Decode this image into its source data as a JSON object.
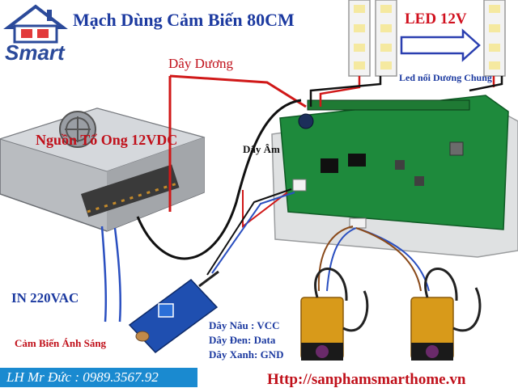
{
  "brand": {
    "name": "Smart"
  },
  "diagram": {
    "title": "Mạch Dùng Cảm Biến 80CM",
    "led_title": "LED 12V",
    "wire_positive": "Dây Dương",
    "led_common_note": "Led nối Dương Chung",
    "power_supply": "Nguồn Tổ Ong 12VDC",
    "wire_negative": "Dây Âm",
    "mains_input": "IN 220VAC",
    "light_sensor": "Cảm Biến Ánh Sáng",
    "wire_brown": "Dây Nâu : VCC",
    "wire_black": "Dây Đen: Data",
    "wire_blue": "Dây Xanh: GND"
  },
  "footer": {
    "contact": "LH Mr Đức : 0989.3567.92",
    "website": "Http://sanphamsmarthome.vn"
  },
  "colors": {
    "title_blue": "#1c3aa0",
    "label_red": "#c0101a",
    "pcb_green": "#1e8a3c",
    "contact_bg": "#1a8ad0",
    "wire_red": "#d01818",
    "wire_black": "#111111",
    "wire_blue": "#2a4fc0",
    "sensor_body": "#d89a1a"
  }
}
